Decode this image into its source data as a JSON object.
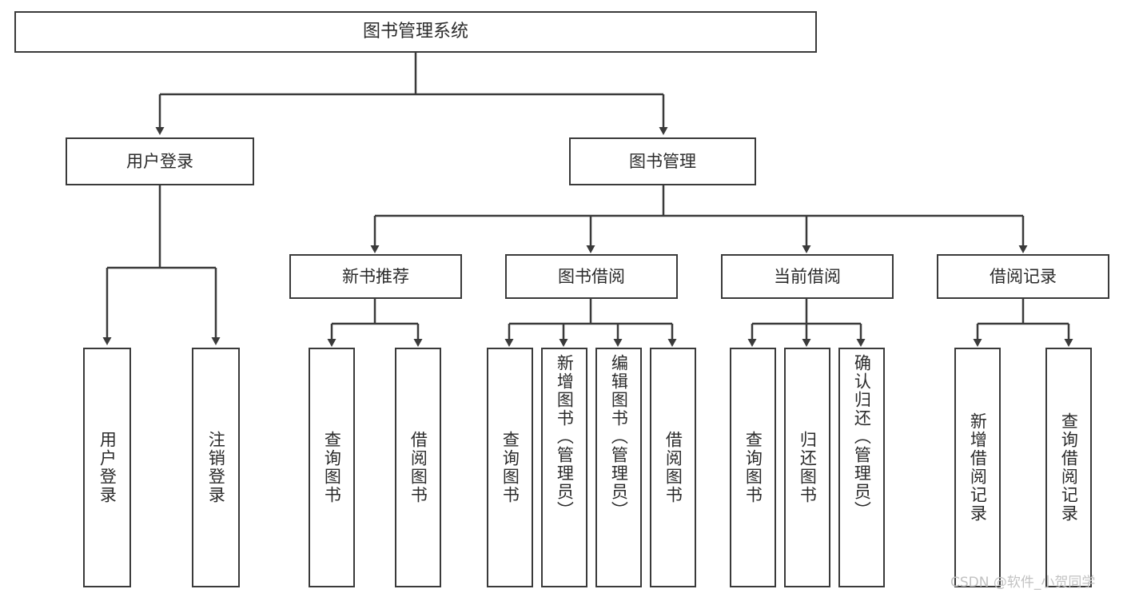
{
  "diagram": {
    "title": "图书管理系统",
    "root": {
      "label": "图书管理系统"
    },
    "level2": [
      {
        "label": "用户登录"
      },
      {
        "label": "图书管理"
      }
    ],
    "level3": [
      {
        "label": "新书推荐"
      },
      {
        "label": "图书借阅"
      },
      {
        "label": "当前借阅"
      },
      {
        "label": "借阅记录"
      }
    ],
    "leaves": {
      "user_login": [
        {
          "label": "用户登录"
        },
        {
          "label": "注销登录"
        }
      ],
      "new_book": [
        {
          "label": "查询图书"
        },
        {
          "label": "借阅图书"
        }
      ],
      "borrow_book": [
        {
          "label": "查询图书"
        },
        {
          "label": "新增图书（管理员）"
        },
        {
          "label": "编辑图书（管理员）"
        },
        {
          "label": "借阅图书"
        }
      ],
      "current_borrow": [
        {
          "label": "查询图书"
        },
        {
          "label": "归还图书"
        },
        {
          "label": "确认归还（管理员）"
        }
      ],
      "borrow_record": [
        {
          "label": "新增借阅记录"
        },
        {
          "label": "查询借阅记录"
        }
      ]
    }
  },
  "watermark": {
    "text": "CSDN @软件_小贺同学"
  },
  "colors": {
    "border": "#3a3a3a",
    "text": "#2b2b2b",
    "background": "#ffffff",
    "watermark": "#c2c2c2"
  }
}
